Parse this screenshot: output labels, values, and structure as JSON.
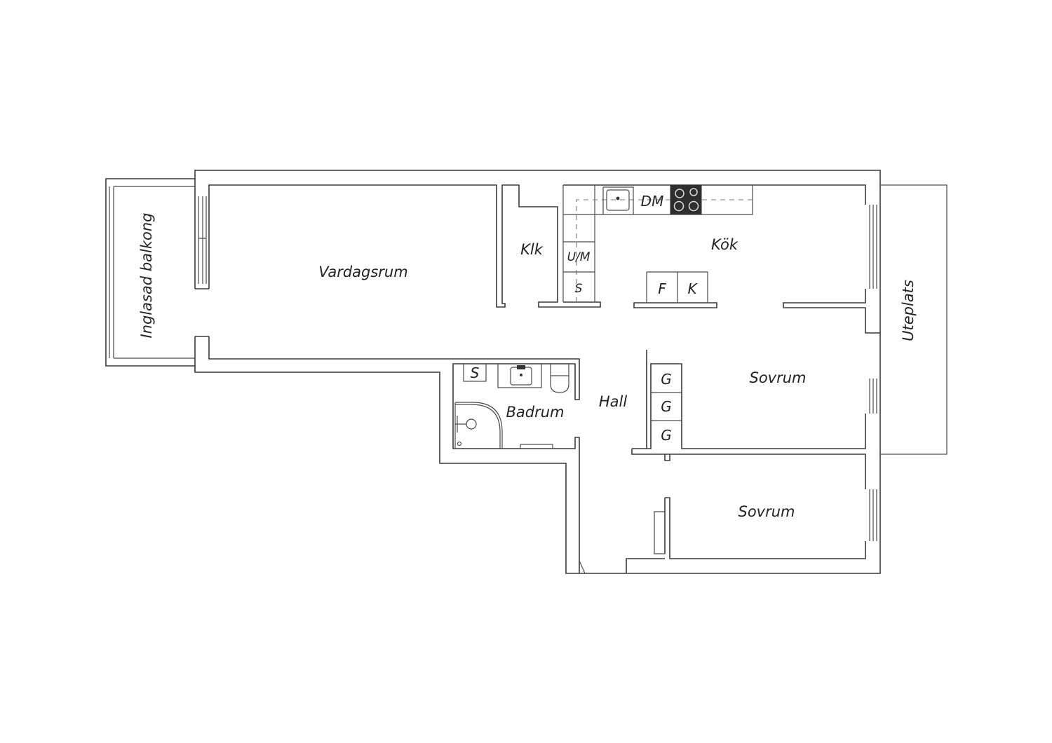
{
  "rooms": {
    "balcony": "Inglasad balkong",
    "living": "Vardagsrum",
    "closet": "Klk",
    "kitchen": "Kök",
    "bath": "Badrum",
    "hall": "Hall",
    "bedroom1": "Sovrum",
    "bedroom2": "Sovrum",
    "patio": "Uteplats"
  },
  "fixtures": {
    "dishwasher": "DM",
    "microwave": "U/M",
    "kitchen_cabinet": "S",
    "fridge": "F",
    "freezer": "K",
    "bath_cabinet": "S",
    "wardrobes": [
      "G",
      "G",
      "G"
    ]
  },
  "colors": {
    "stroke": "#3a3a3a",
    "cooktop": "#2e2e2e",
    "background": "#ffffff"
  }
}
